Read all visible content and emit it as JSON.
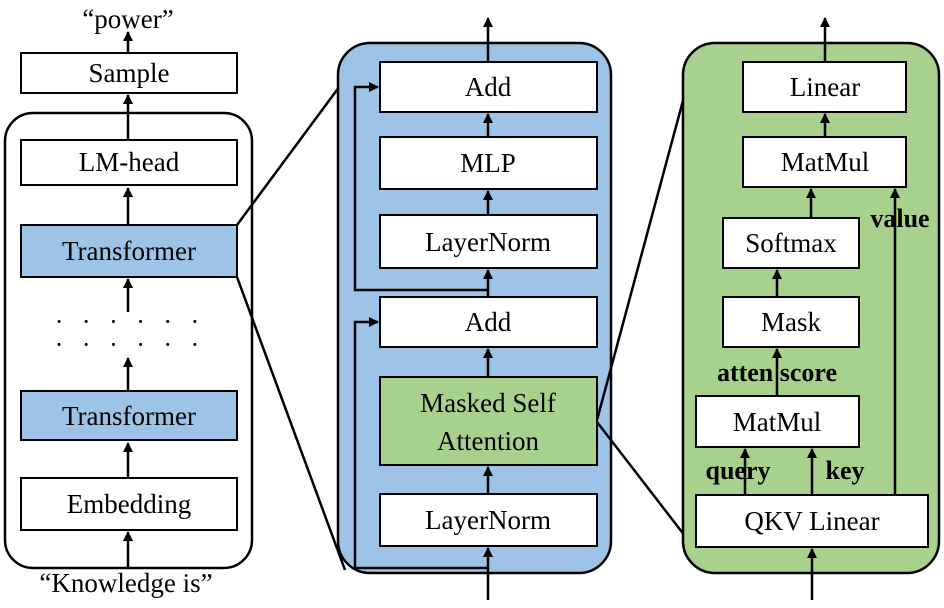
{
  "left_column": {
    "output_text": "“power”",
    "input_text": "“Knowledge is”",
    "sample": "Sample",
    "lm_head": "LM-head",
    "transformer_top": "Transformer",
    "dots_row1": "· · · · · ·",
    "dots_row2": "· · · · · ·",
    "transformer_bottom": "Transformer",
    "embedding": "Embedding"
  },
  "middle_block": {
    "add_top": "Add",
    "mlp": "MLP",
    "layernorm_top": "LayerNorm",
    "add_bottom": "Add",
    "masked_self_attention_line1": "Masked Self",
    "masked_self_attention_line2": "Attention",
    "layernorm_bottom": "LayerNorm"
  },
  "right_block": {
    "linear": "Linear",
    "matmul_top": "MatMul",
    "value_label": "value",
    "softmax": "Softmax",
    "mask": "Mask",
    "atten_score_label": "atten score",
    "matmul_bottom": "MatMul",
    "query_label": "query",
    "key_label": "key",
    "qkv_linear": "QKV Linear"
  },
  "colors": {
    "transformer_fill": "#9dc3e6",
    "middle_panel_fill": "#9dc3e6",
    "right_panel_fill": "#a9d18e",
    "attention_fill": "#a9d18e",
    "box_fill": "#ffffff",
    "stroke": "#000000"
  }
}
